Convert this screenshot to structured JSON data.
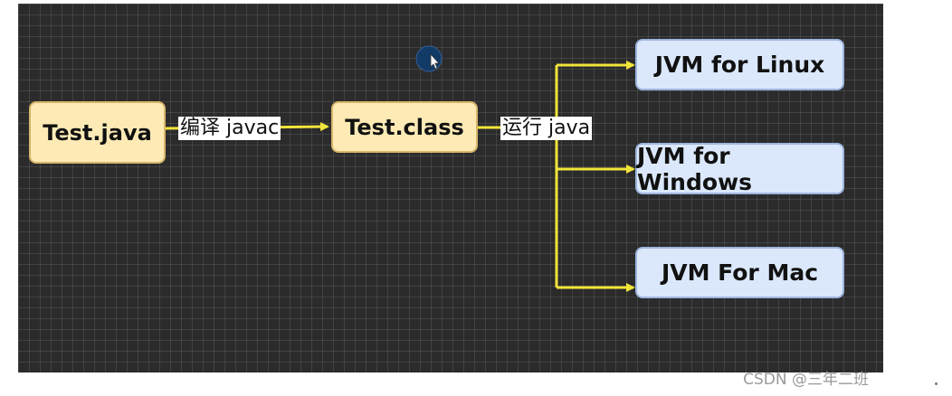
{
  "diagram": {
    "nodes": {
      "test_java": "Test.java",
      "test_class": "Test.class",
      "jvm_linux": "JVM for Linux",
      "jvm_windows": "JVM for Windows",
      "jvm_mac": "JVM For Mac"
    },
    "edges": {
      "compile_label": "编译 javac",
      "run_label": "运行 java"
    },
    "colors": {
      "canvas": "#2b2b2b",
      "arrow": "#f2e53a",
      "file_node_fill": "#fdeab5",
      "jvm_node_fill": "#dbe8fb"
    }
  },
  "watermark": "CSDN @三年二班"
}
